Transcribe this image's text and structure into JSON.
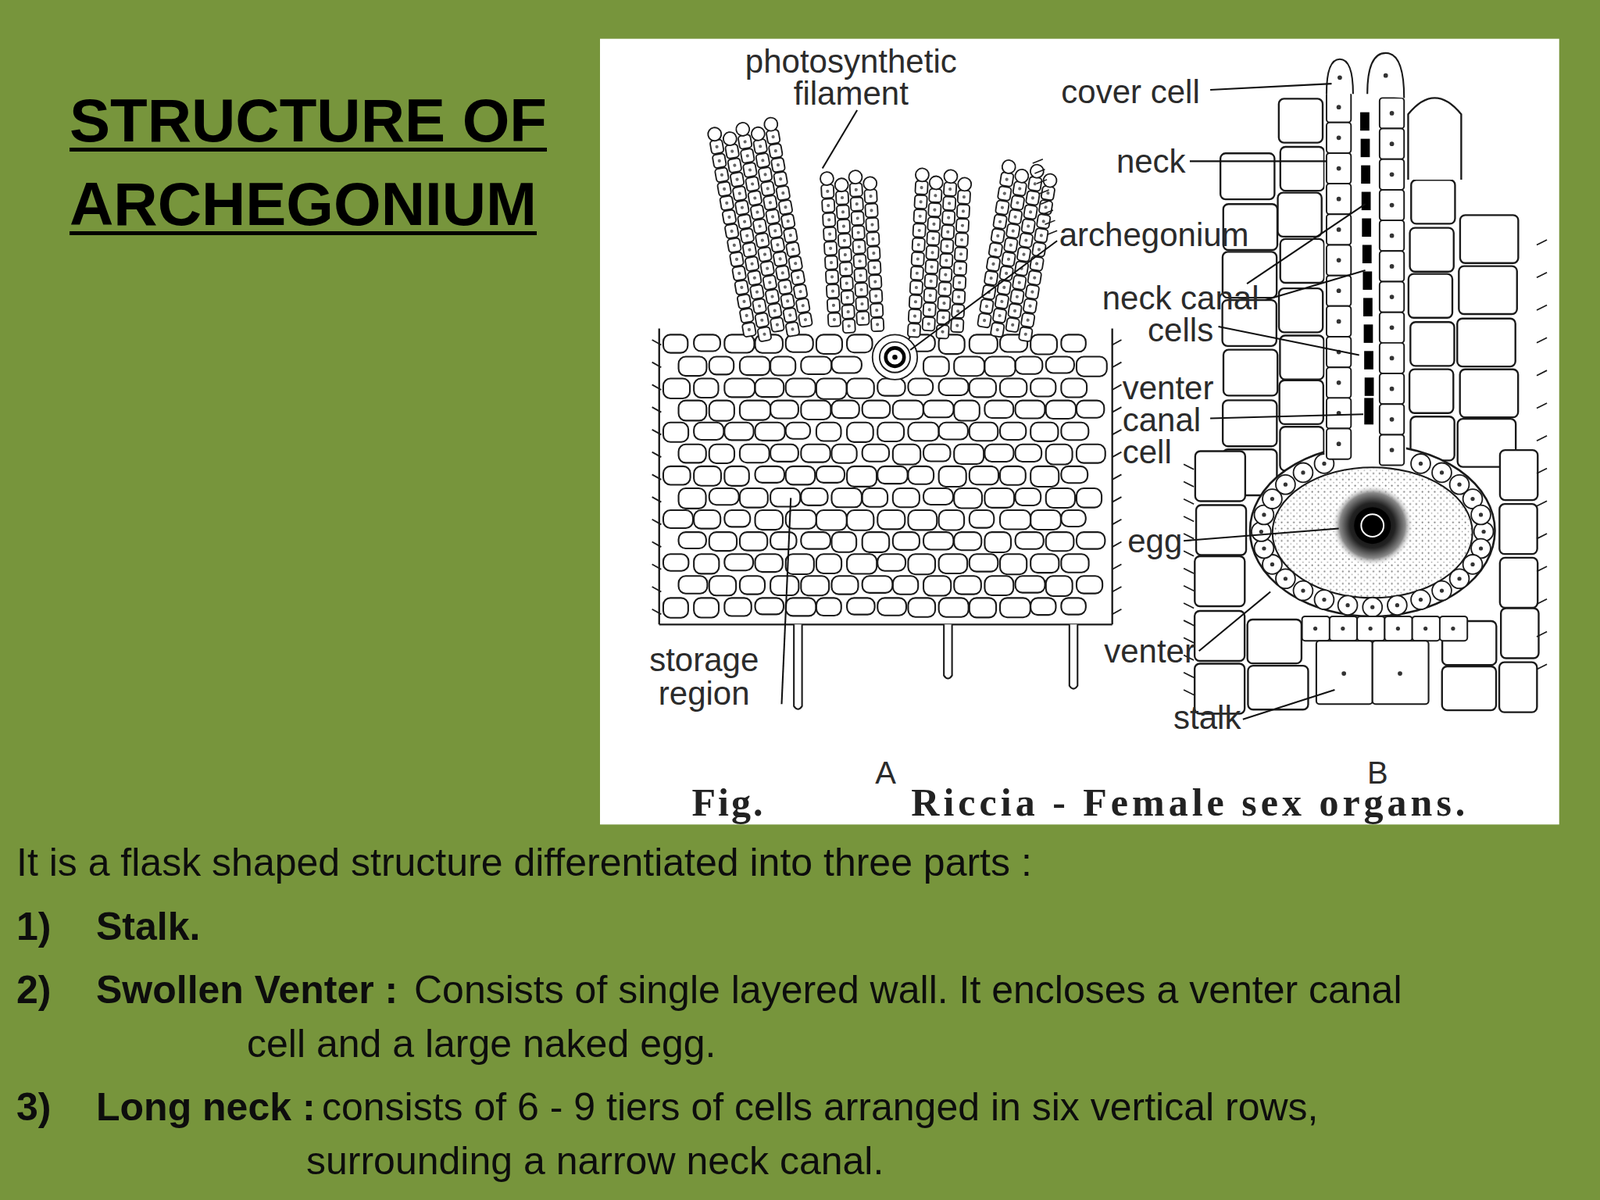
{
  "diagram": {
    "title": "STRUCTURE OF ARCHEGONIUM",
    "caption": "Riccia - Female sex organs.",
    "labels": [
      "photosynthetic filament",
      "cover cell",
      "neck",
      "archegonium",
      "neck canal cells",
      "venter canal cell",
      "egg",
      "storage region",
      "venter",
      "stalk",
      "A",
      "B",
      "Fig.",
      "It is a flask shaped structure differentiated into three parts :",
      "1)",
      "Stalk.",
      "2)",
      "Swollen Venter :",
      "Consists of single layered wall. It encloses a venter canal cell and a large naked egg.",
      "3)",
      "Long neck :",
      "consists of 6 - 9 tiers of cells arranged in six vertical rows, surrounding a narrow neck canal."
    ]
  }
}
